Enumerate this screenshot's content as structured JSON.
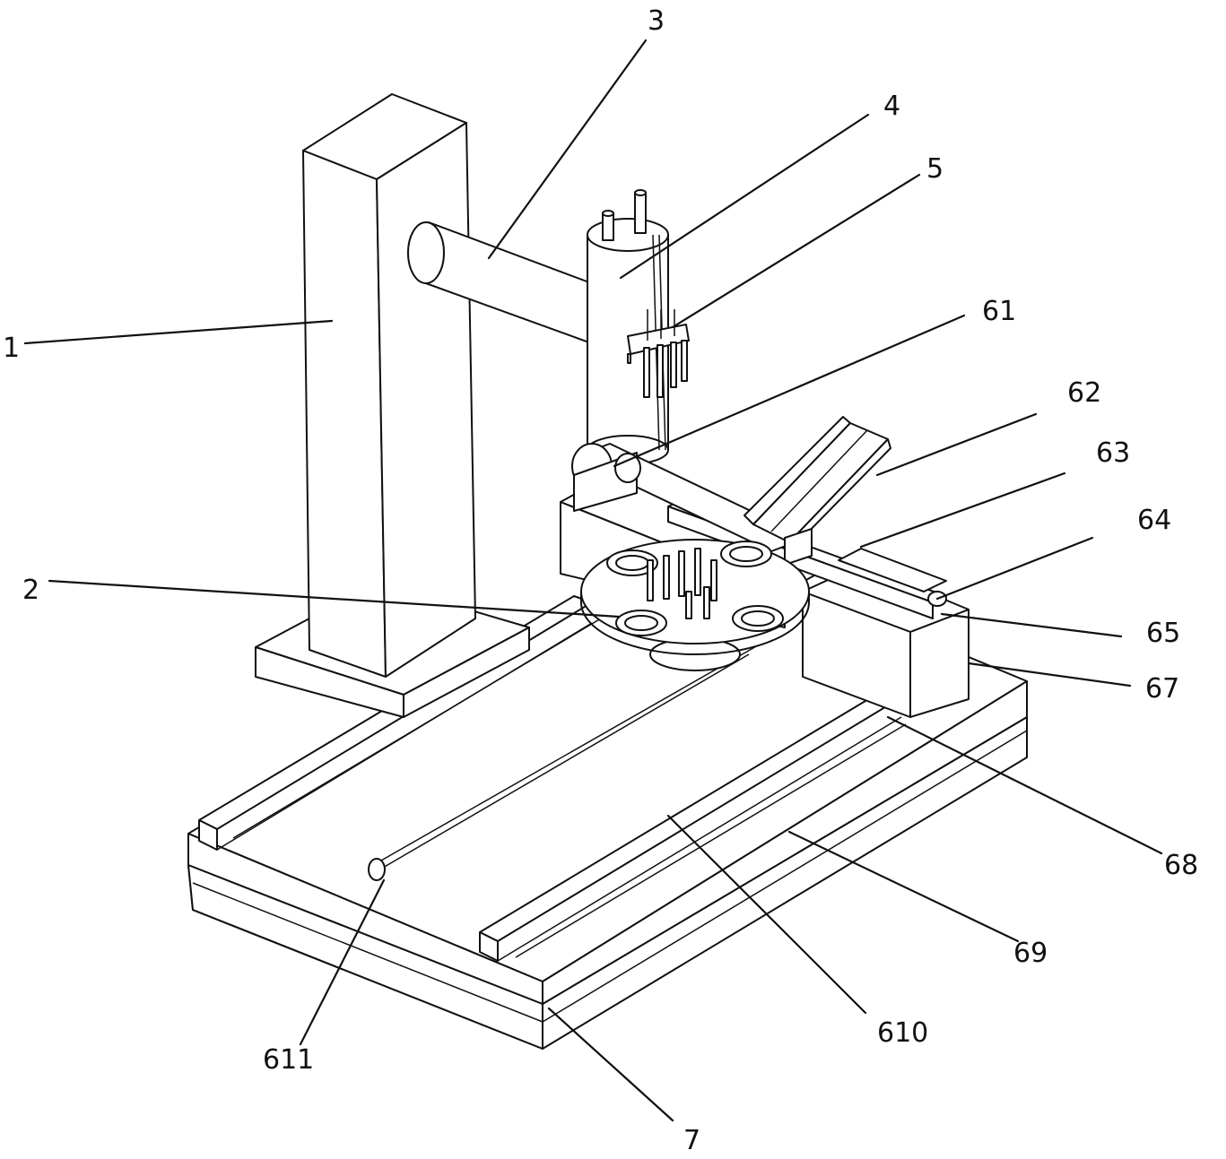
{
  "figure": {
    "labels": {
      "l1": "1",
      "l2": "2",
      "l3": "3",
      "l4": "4",
      "l5": "5",
      "l61": "61",
      "l62": "62",
      "l63": "63",
      "l64": "64",
      "l65": "65",
      "l67": "67",
      "l68": "68",
      "l69": "69",
      "l610": "610",
      "l611": "611",
      "l7": "7"
    }
  }
}
